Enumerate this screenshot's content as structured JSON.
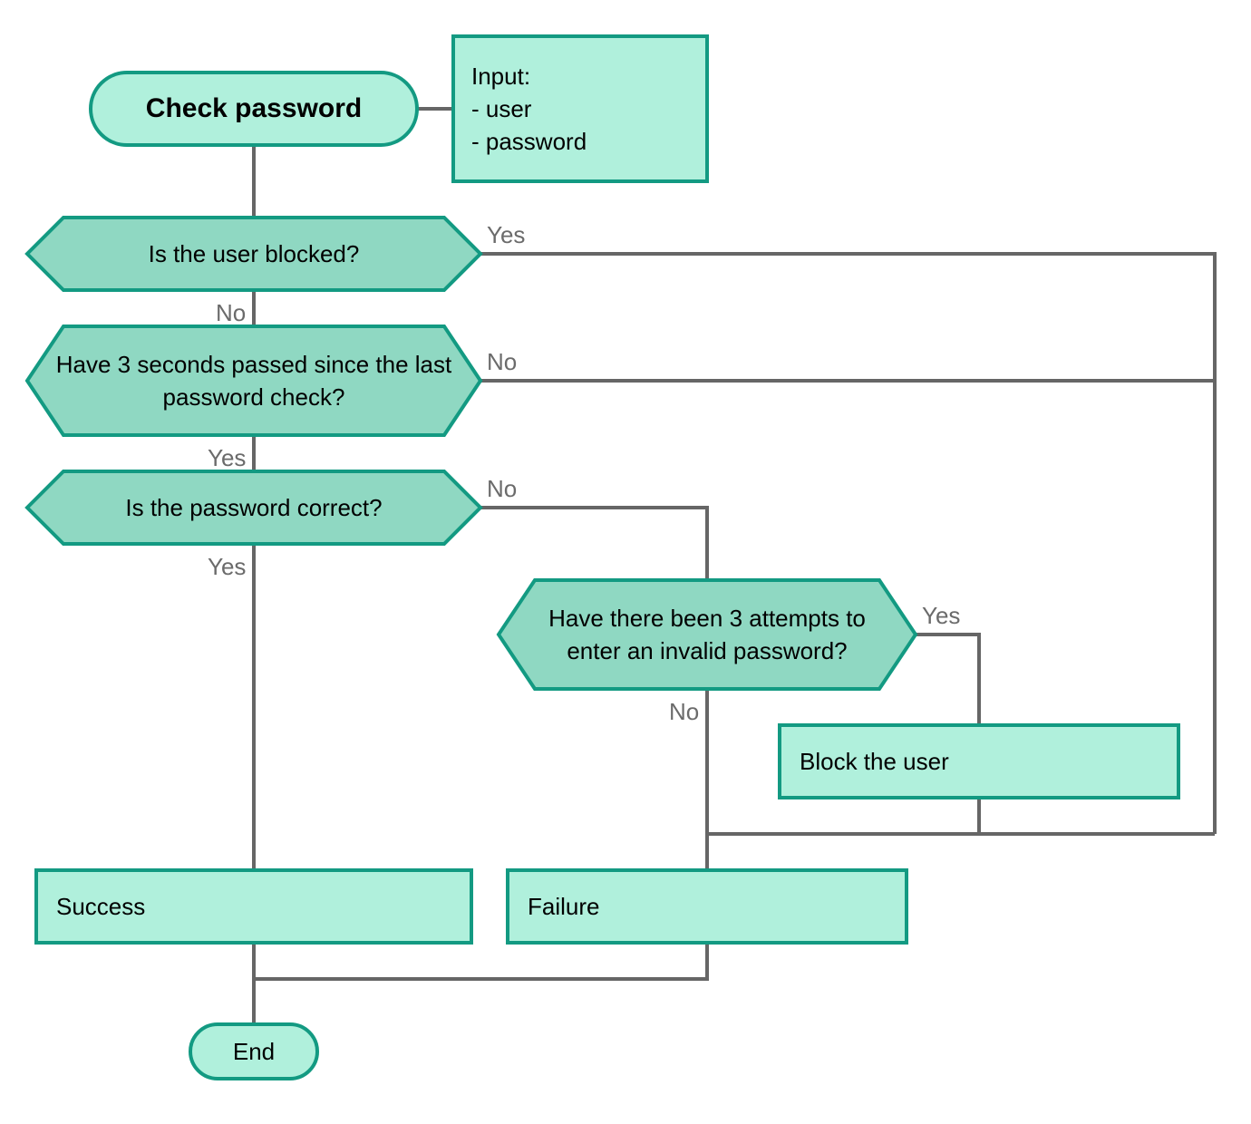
{
  "colors": {
    "stroke": "#139a82",
    "process_fill": "#b0f0dc",
    "decision_fill": "#8fd8c2",
    "line": "#666666",
    "label": "#6b6b6b"
  },
  "start": {
    "label": "Check password"
  },
  "input": {
    "label": "Input:\n- user\n- password"
  },
  "decisions": {
    "blocked": "Is the user blocked?",
    "three_seconds": "Have 3 seconds passed since the last password check?",
    "correct": "Is the password correct?",
    "attempts": "Have there been 3 attempts to enter an invalid password?"
  },
  "processes": {
    "block": "Block the user",
    "success": "Success",
    "failure": "Failure"
  },
  "end": {
    "label": "End"
  },
  "edge_labels": {
    "blocked_yes": "Yes",
    "blocked_no": "No",
    "seconds_no": "No",
    "seconds_yes": "Yes",
    "correct_no": "No",
    "correct_yes": "Yes",
    "attempts_yes": "Yes",
    "attempts_no": "No"
  }
}
